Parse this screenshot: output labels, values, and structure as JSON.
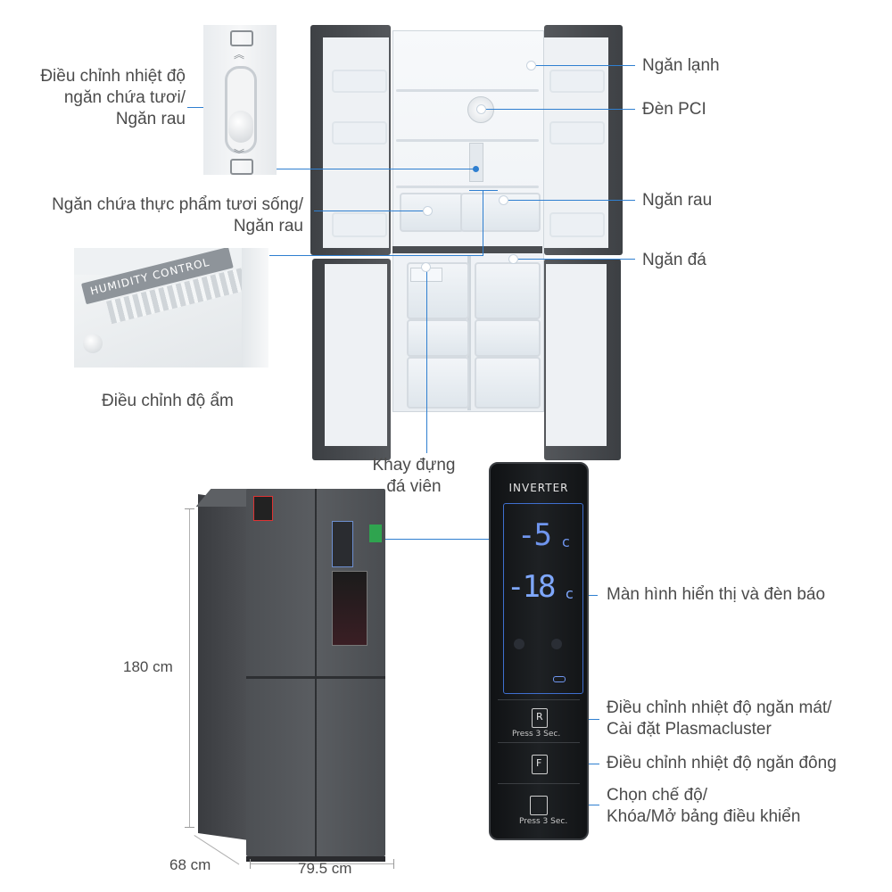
{
  "labels": {
    "fresh_temp_adjust": [
      "Điều chỉnh nhiệt độ",
      "ngăn chứa tươi/",
      "Ngăn rau"
    ],
    "fresh_food_compartment": [
      "Ngăn chứa thực phẩm tươi sống/",
      "Ngăn rau"
    ],
    "humidity_adjust": "Điều chỉnh độ ẩm",
    "fridge_compartment": "Ngăn lạnh",
    "pci_light": "Đèn PCI",
    "vegetable_compartment": "Ngăn rau",
    "freezer_compartment": "Ngăn đá",
    "ice_tray": [
      "Khay đựng",
      "đá viên"
    ],
    "display_screen": "Màn hình hiển thị và đèn báo",
    "cool_temp_adjust": [
      "Điều chỉnh nhiệt độ ngăn mát/",
      "Cài đặt Plasmacluster"
    ],
    "freezer_temp_adjust": "Điều chỉnh nhiệt độ ngăn đông",
    "mode_lock": [
      "Chọn chế độ/",
      "Khóa/Mở bảng điều khiển"
    ]
  },
  "dimensions": {
    "height": "180 cm",
    "depth": "68 cm",
    "width": "79.5 cm"
  },
  "panel": {
    "brand": "INVERTER",
    "fridge_temp": "-5",
    "freezer_temp": "-18",
    "unit": "c",
    "button_r": "R",
    "button_f": "F",
    "press_r": "Press 3 Sec.",
    "press_lock": "Press 3 Sec."
  },
  "insets": {
    "humidity_text": "HUMIDITY CONTROL"
  },
  "colors": {
    "callout": "#2f7fd0",
    "fridge_body": "#4a4c50",
    "panel_bg": "#17191c",
    "display_glow": "#7fa8ff"
  }
}
